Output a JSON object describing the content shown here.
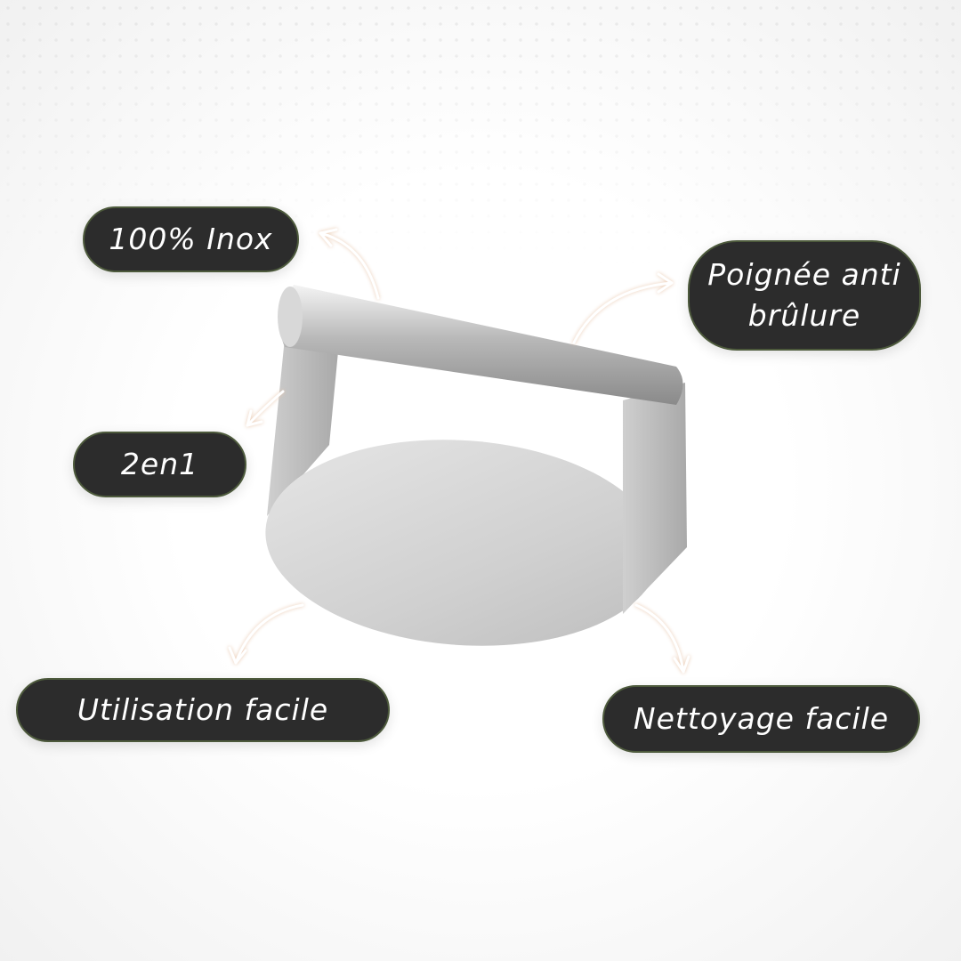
{
  "features": {
    "inox": "100% Inox",
    "handle": "Poignée anti brûlure",
    "two_in_one": "2en1",
    "easy_use": "Utilisation facile",
    "easy_clean": "Nettoyage facile"
  },
  "colors": {
    "pill": "#2c2c2c",
    "pill_border": "#4d5a3c",
    "text": "#ffffff"
  }
}
